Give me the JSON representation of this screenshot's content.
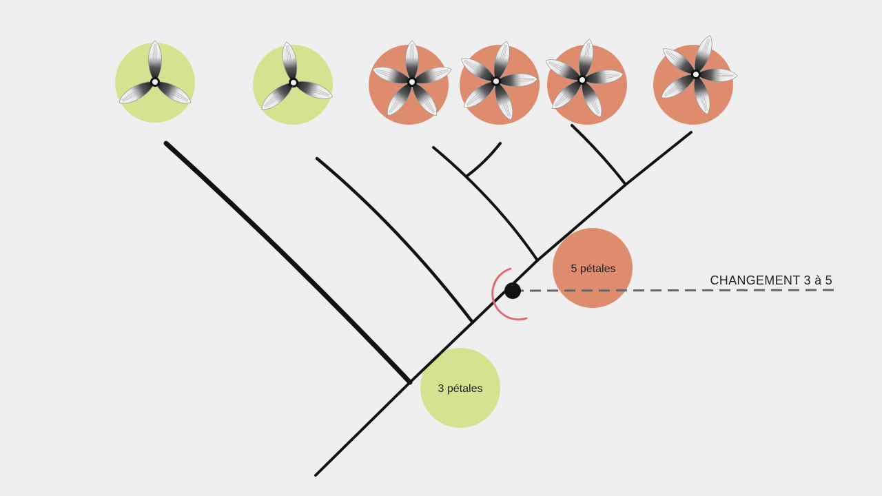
{
  "colors": {
    "background": "#efefef",
    "three_petal_state": "#d4e38f",
    "five_petal_state": "#df8c6e",
    "tree_line": "#111111",
    "change_marker_arc": "#e06a72",
    "dashed_line": "#666666",
    "petal_fill": "#f7f7f7",
    "petal_base": "#111111"
  },
  "taxa": [
    {
      "petals": 3,
      "state": "three_petal_state"
    },
    {
      "petals": 3,
      "state": "three_petal_state"
    },
    {
      "petals": 5,
      "state": "five_petal_state"
    },
    {
      "petals": 5,
      "state": "five_petal_state"
    },
    {
      "petals": 5,
      "state": "five_petal_state"
    },
    {
      "petals": 5,
      "state": "five_petal_state"
    }
  ],
  "ancestral_states": {
    "three": {
      "label": "3 pétales"
    },
    "five": {
      "label": "5 pétales"
    }
  },
  "change_annotation": {
    "label": "CHANGEMENT 3 à 5",
    "marker_icon": "node-dot-icon"
  }
}
